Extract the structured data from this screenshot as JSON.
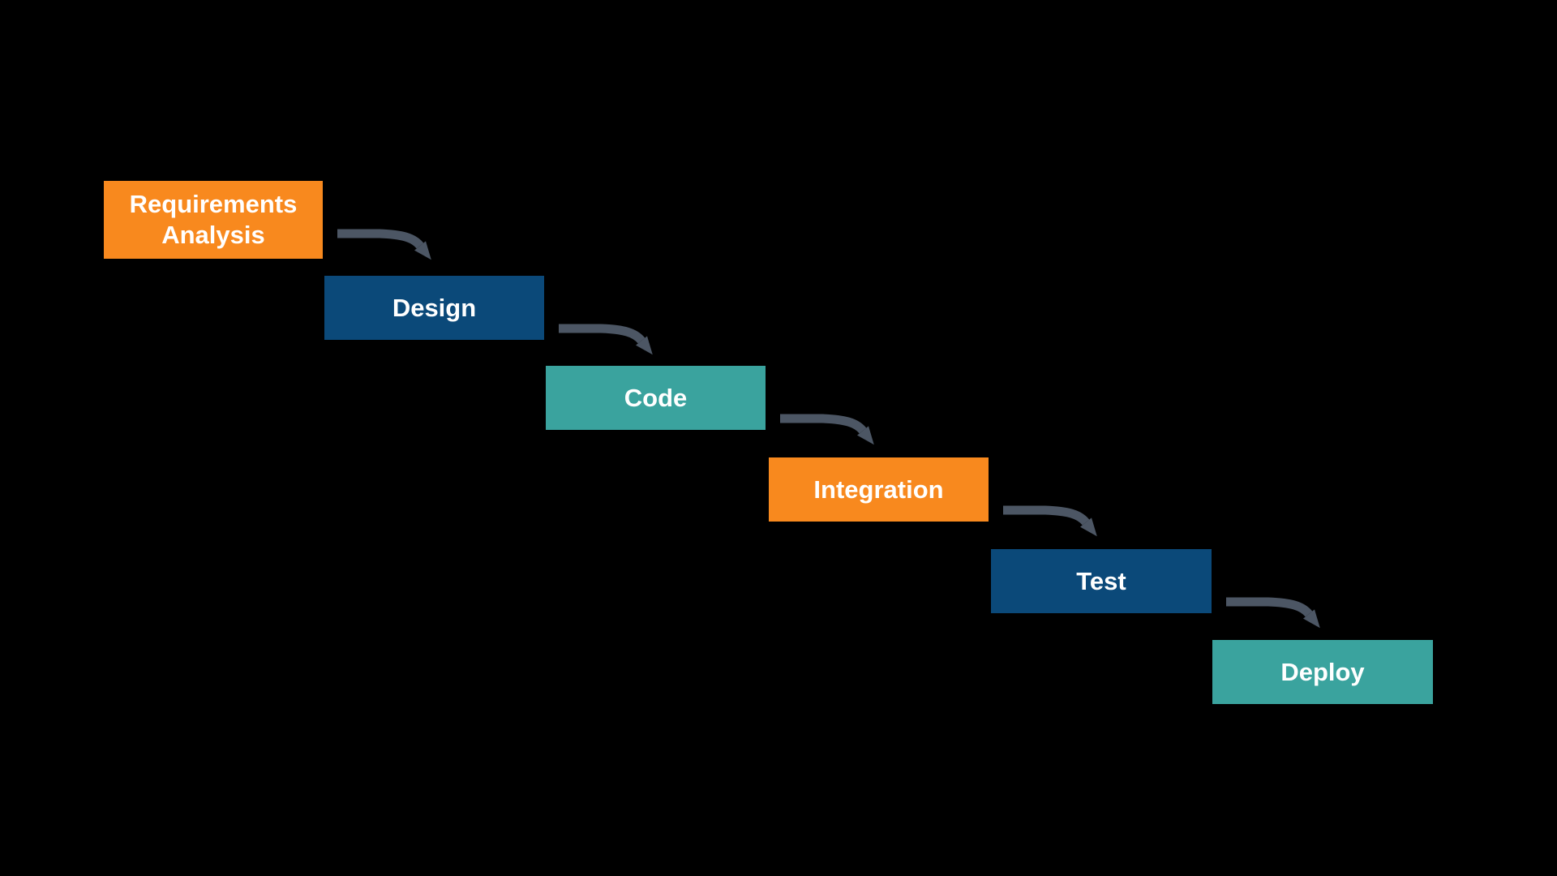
{
  "background_color": "#000000",
  "diagram": {
    "text_color": "#FFFFFF",
    "arrow_color": "#4C5664",
    "steps": [
      {
        "label": "Requirements Analysis",
        "color": "#F8891E"
      },
      {
        "label": "Design",
        "color": "#0B4979"
      },
      {
        "label": "Code",
        "color": "#3AA39E"
      },
      {
        "label": "Integration",
        "color": "#F8891E"
      },
      {
        "label": "Test",
        "color": "#0B4979"
      },
      {
        "label": "Deploy",
        "color": "#3AA39E"
      }
    ]
  }
}
